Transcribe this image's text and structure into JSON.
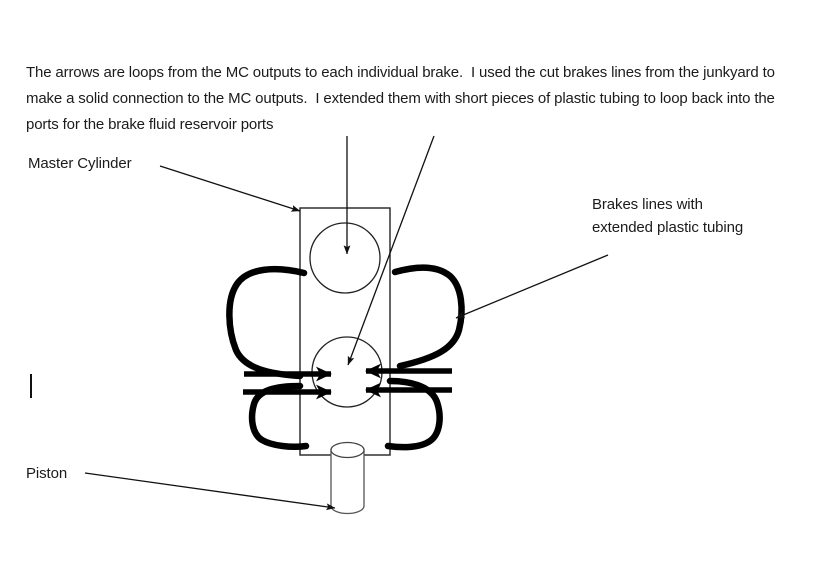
{
  "document": {
    "title": "Master cylinder brake line loop diagram"
  },
  "intro": {
    "text": "The arrows are loops from the MC outputs to each individual brake.  I used the cut brakes lines from the junkyard to make a solid connection to the MC outputs.  I extended them with short pieces of plastic tubing to loop back into the ports for the brake fluid reservoir ports"
  },
  "labels": {
    "master_cylinder": "Master Cylinder",
    "piston": "Piston",
    "brakes_lines_line1": "Brakes lines with",
    "brakes_lines_line2": "extended plastic tubing"
  },
  "diagram": {
    "body_shape": "rectangle",
    "reservoir_port_top": "circle",
    "reservoir_port_bottom": "circle",
    "piston_shape": "cylinder",
    "loop_count": 4,
    "loops": [
      "upper-left-loop",
      "upper-right-loop",
      "lower-left-loop",
      "lower-right-loop"
    ],
    "colors": {
      "stroke": "#000000",
      "thin_stroke": "#222222",
      "fill": "#ffffff",
      "text": "#1b1b1b"
    }
  }
}
